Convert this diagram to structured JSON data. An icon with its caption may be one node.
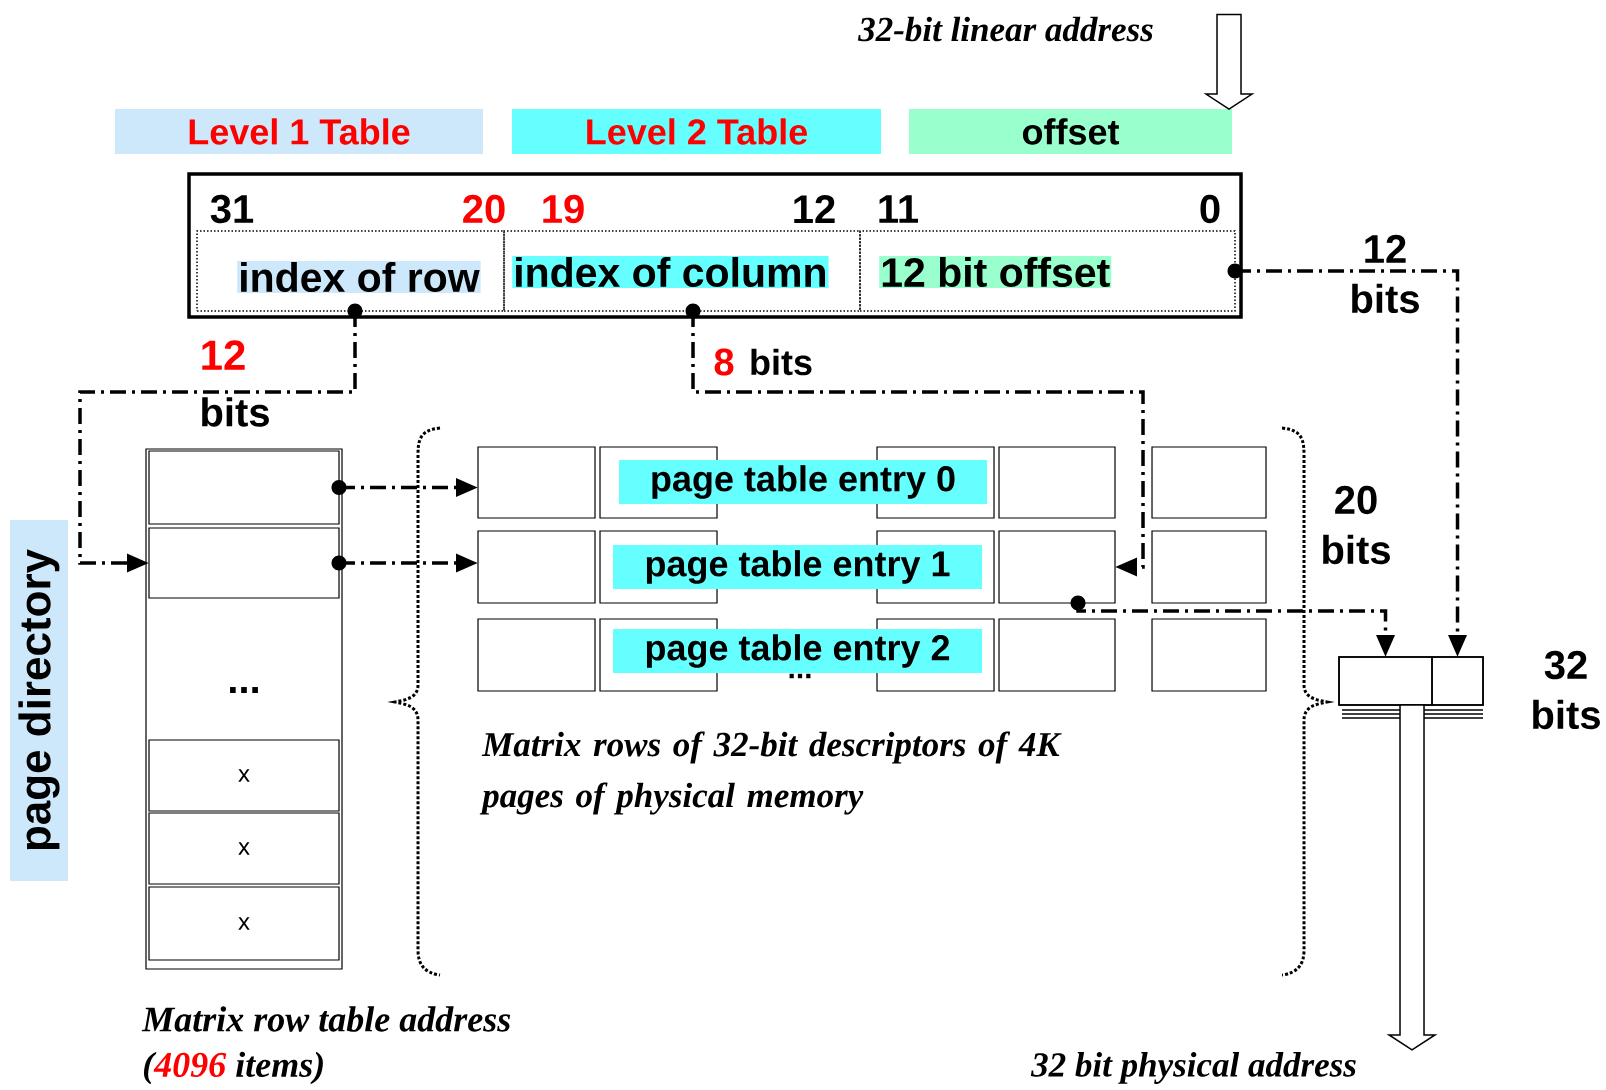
{
  "diagram": {
    "nodes": [
      {
        "text": [
          "Level 1 Table"
        ]
      },
      {
        "text": [
          "Level 2 Table"
        ]
      },
      {
        "text": [
          "offset"
        ]
      },
      {
        "text": [],
        "shape": "box"
      },
      {
        "text": [
          "index of row"
        ],
        "in": 3
      },
      {
        "text": [
          "index of column"
        ],
        "in": 3
      },
      {
        "text": [
          "12 bit offset"
        ],
        "in": 3
      },
      {
        "text": [
          "32-bit linear address"
        ]
      },
      {
        "text": [
          "page directory"
        ]
      },
      {
        "text": [],
        "shape": "box"
      },
      {
        "text": [],
        "shape": "box",
        "in": 9
      },
      {
        "text": [],
        "shape": "box",
        "in": 9
      },
      {
        "text": [
          "x"
        ],
        "in": 9
      },
      {
        "text": [
          "x"
        ],
        "in": 9
      },
      {
        "text": [
          "x"
        ],
        "in": 9
      },
      {
        "text": [],
        "shape": "box"
      },
      {
        "text": [],
        "shape": "box"
      },
      {
        "text": [],
        "shape": "box"
      },
      {
        "text": [],
        "shape": "box"
      },
      {
        "text": [],
        "shape": "box"
      },
      {
        "text": [],
        "shape": "box"
      },
      {
        "text": [],
        "shape": "box"
      },
      {
        "text": [],
        "shape": "box"
      },
      {
        "text": [],
        "shape": "box"
      },
      {
        "text": [],
        "shape": "box"
      },
      {
        "text": [],
        "shape": "box"
      },
      {
        "text": [],
        "shape": "box"
      },
      {
        "text": [],
        "shape": "box"
      },
      {
        "text": [],
        "shape": "box"
      },
      {
        "text": [],
        "shape": "box"
      },
      {
        "text": [
          "page table entry 0"
        ]
      },
      {
        "text": [
          "page table entry 1"
        ]
      },
      {
        "text": [
          "page table entry 2"
        ]
      },
      {
        "text": [],
        "shape": "box",
        "beside": [
          "32 bits"
        ]
      },
      {
        "text": [],
        "shape": "box",
        "in": 33
      },
      {
        "text": [],
        "shape": "box",
        "in": 33
      },
      {
        "text": [
          "32 bit physical address"
        ]
      }
    ],
    "edges": [
      {
        "from": 7,
        "to": 2,
        "arrow": "to",
        "style": "thick"
      },
      {
        "from": 4,
        "to": 11,
        "arrow": "to"
      },
      {
        "from": 5,
        "to": 23,
        "arrow": "to"
      },
      {
        "from": 6,
        "to": 35,
        "arrow": "to"
      },
      {
        "from": 10,
        "to": 15,
        "arrow": "to"
      },
      {
        "from": 11,
        "to": 20,
        "arrow": "to"
      },
      {
        "from": 23,
        "to": 34,
        "arrow": "to"
      },
      {
        "from": 33,
        "to": 36,
        "arrow": "to",
        "style": "thick"
      }
    ],
    "labels": [
      "31",
      "20",
      "19",
      "12",
      "11",
      "0",
      "12",
      "bits",
      "8",
      "bits",
      "12 bits",
      "...",
      "20 bits",
      "Matrix rows of 32-bit descriptors of 4K pages of physical memory",
      "...",
      "Matrix row table address",
      "(",
      "4096",
      "items)"
    ]
  }
}
